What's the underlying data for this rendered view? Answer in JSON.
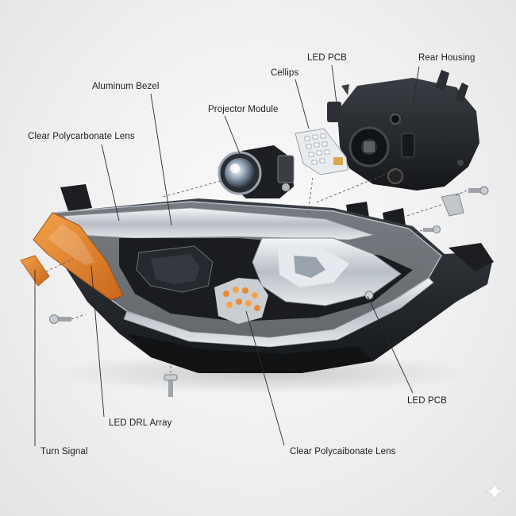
{
  "labels": {
    "aluminum_bezel": "Aluminum Bezel",
    "projector_module": "Projector Module",
    "cellips": "Cellips",
    "led_pcb_top": "LED PCB",
    "rear_housing": "Rear Housing",
    "clear_lens_top": "Clear Polycarbonate Lens",
    "led_pcb_right": "LED PCB",
    "led_drl_array": "LED DRL Array",
    "turn_signal": "Turn Signal",
    "clear_lens_bottom": "Clear Polycaibonate Lens"
  },
  "colors": {
    "amber": "#e0852a",
    "housing": "#1f2226",
    "chrome": "#c9ced3",
    "leader": "#2a2a2a"
  },
  "icons": {
    "corner": "sparkle-icon"
  }
}
